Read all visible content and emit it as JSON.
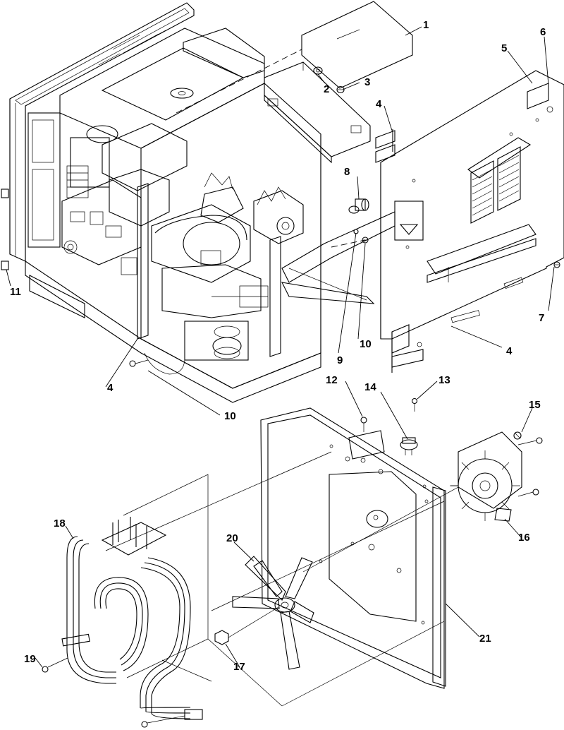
{
  "callouts": [
    {
      "id": "c1",
      "label": "1"
    },
    {
      "id": "c2",
      "label": "2"
    },
    {
      "id": "c3",
      "label": "3"
    },
    {
      "id": "c4a",
      "label": "4"
    },
    {
      "id": "c5",
      "label": "5"
    },
    {
      "id": "c6",
      "label": "6"
    },
    {
      "id": "c7",
      "label": "7"
    },
    {
      "id": "c8",
      "label": "8"
    },
    {
      "id": "c9",
      "label": "9"
    },
    {
      "id": "c10a",
      "label": "10"
    },
    {
      "id": "c4b",
      "label": "4"
    },
    {
      "id": "c11",
      "label": "11"
    },
    {
      "id": "c4c",
      "label": "4"
    },
    {
      "id": "c10b",
      "label": "10"
    },
    {
      "id": "c12",
      "label": "12"
    },
    {
      "id": "c13",
      "label": "13"
    },
    {
      "id": "c14",
      "label": "14"
    },
    {
      "id": "c15",
      "label": "15"
    },
    {
      "id": "c16",
      "label": "16"
    },
    {
      "id": "c18",
      "label": "18"
    },
    {
      "id": "c20",
      "label": "20"
    },
    {
      "id": "c21",
      "label": "21"
    },
    {
      "id": "c17",
      "label": "17"
    },
    {
      "id": "c19",
      "label": "19"
    }
  ]
}
